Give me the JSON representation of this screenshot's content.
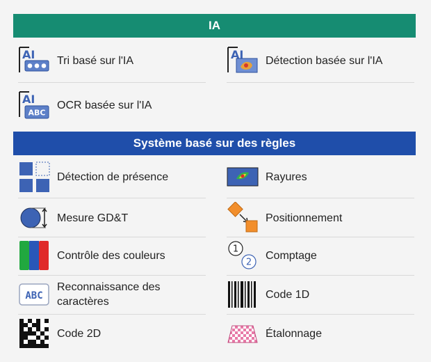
{
  "sections": {
    "ia": {
      "title": "IA",
      "items": [
        {
          "label": "Tri basé sur l'IA",
          "icon": "ai-sorting-icon"
        },
        {
          "label": "Détection basée sur l'IA",
          "icon": "ai-detection-icon"
        },
        {
          "label": "OCR basée sur l'IA",
          "icon": "ai-ocr-icon"
        }
      ]
    },
    "rules": {
      "title": "Système basé sur des règles",
      "items": [
        {
          "label": "Détection de présence",
          "icon": "presence-detection-icon"
        },
        {
          "label": "Rayures",
          "icon": "scratch-icon"
        },
        {
          "label": "Mesure GD&T",
          "icon": "gdt-measurement-icon"
        },
        {
          "label": "Positionnement",
          "icon": "positioning-icon"
        },
        {
          "label": "Contrôle des couleurs",
          "icon": "color-check-icon"
        },
        {
          "label": "Comptage",
          "icon": "counting-icon"
        },
        {
          "label": "Reconnaissance des caractères",
          "icon": "character-recognition-icon"
        },
        {
          "label": "Code 1D",
          "icon": "barcode-1d-icon"
        },
        {
          "label": "Code 2D",
          "icon": "code-2d-icon"
        },
        {
          "label": "Étalonnage",
          "icon": "calibration-icon"
        }
      ]
    }
  },
  "icon_text": {
    "ai": "AI",
    "abc": "ABC",
    "count_one": "1",
    "count_two": "2"
  },
  "colors": {
    "ia_band": "#168c72",
    "rules_band": "#1f4eaa",
    "icon_blue": "#3d63b4",
    "icon_orange": "#f28e2b"
  }
}
